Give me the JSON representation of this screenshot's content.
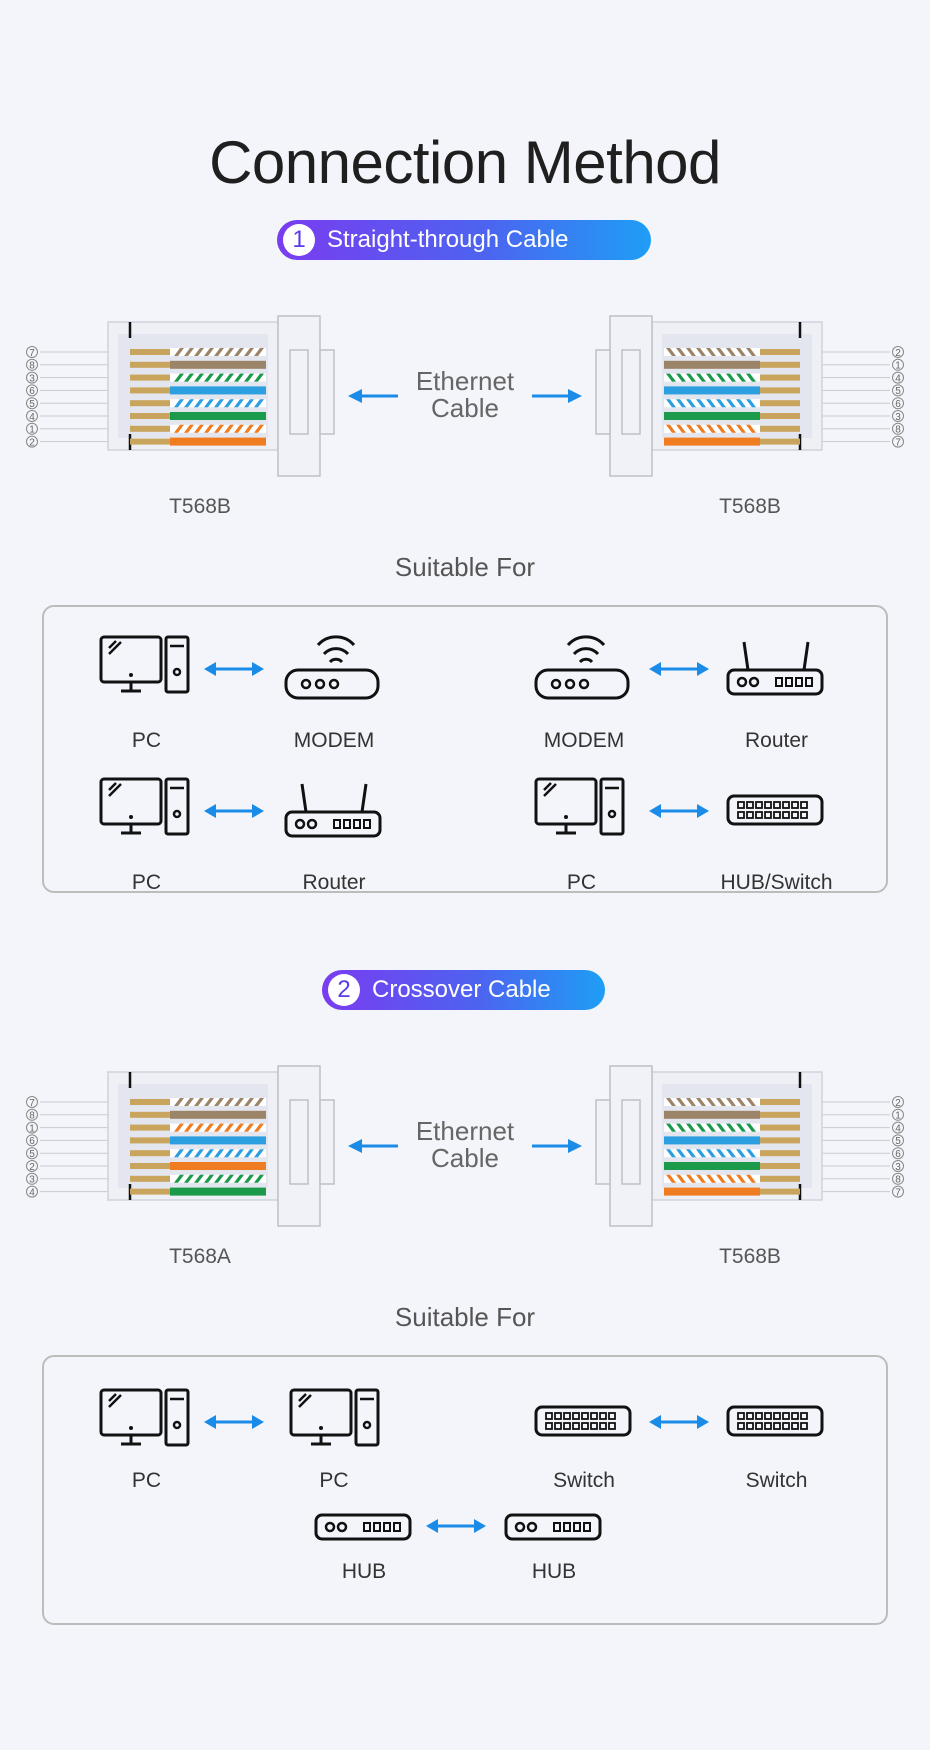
{
  "title": "Connection Method",
  "section1": {
    "badge_num": "1",
    "badge_label": "Straight-through Cable",
    "ethernet_label_line1": "Ethernet",
    "ethernet_label_line2": "Cable",
    "left_standard": "T568B",
    "right_standard": "T568B",
    "left_pins": [
      "7",
      "8",
      "3",
      "6",
      "5",
      "4",
      "1",
      "2"
    ],
    "right_pins": [
      "2",
      "1",
      "4",
      "5",
      "6",
      "3",
      "8",
      "7"
    ],
    "suitable_for": "Suitable For",
    "pairs": [
      {
        "a": "PC",
        "a_icon": "pc-icon",
        "b": "MODEM",
        "b_icon": "modem-icon"
      },
      {
        "a": "MODEM",
        "a_icon": "modem-icon",
        "b": "Router",
        "b_icon": "router-icon"
      },
      {
        "a": "PC",
        "a_icon": "pc-icon",
        "b": "Router",
        "b_icon": "router-icon"
      },
      {
        "a": "PC",
        "a_icon": "pc-icon",
        "b": "HUB/Switch",
        "b_icon": "switch-icon"
      }
    ]
  },
  "section2": {
    "badge_num": "2",
    "badge_label": "Crossover Cable",
    "ethernet_label_line1": "Ethernet",
    "ethernet_label_line2": "Cable",
    "left_standard": "T568A",
    "right_standard": "T568B",
    "left_pins": [
      "7",
      "8",
      "1",
      "6",
      "5",
      "2",
      "3",
      "4"
    ],
    "right_pins": [
      "2",
      "1",
      "4",
      "5",
      "6",
      "3",
      "8",
      "7"
    ],
    "suitable_for": "Suitable For",
    "pairs": [
      {
        "a": "PC",
        "a_icon": "pc-icon",
        "b": "PC",
        "b_icon": "pc-icon"
      },
      {
        "a": "Switch",
        "a_icon": "switch-icon",
        "b": "Switch",
        "b_icon": "switch-icon"
      },
      {
        "a": "HUB",
        "a_icon": "hub-icon",
        "b": "HUB",
        "b_icon": "hub-icon"
      }
    ]
  },
  "colors": {
    "badge_gradient_start": "#7a3cf0",
    "badge_gradient_end": "#1e9ef5",
    "arrow_blue": "#1a8be6",
    "wire_brown": "#9c8468",
    "wire_green": "#1a9a4a",
    "wire_blue": "#2b9fe0",
    "wire_orange": "#f07c22",
    "wire_gold": "#c9a45c"
  }
}
